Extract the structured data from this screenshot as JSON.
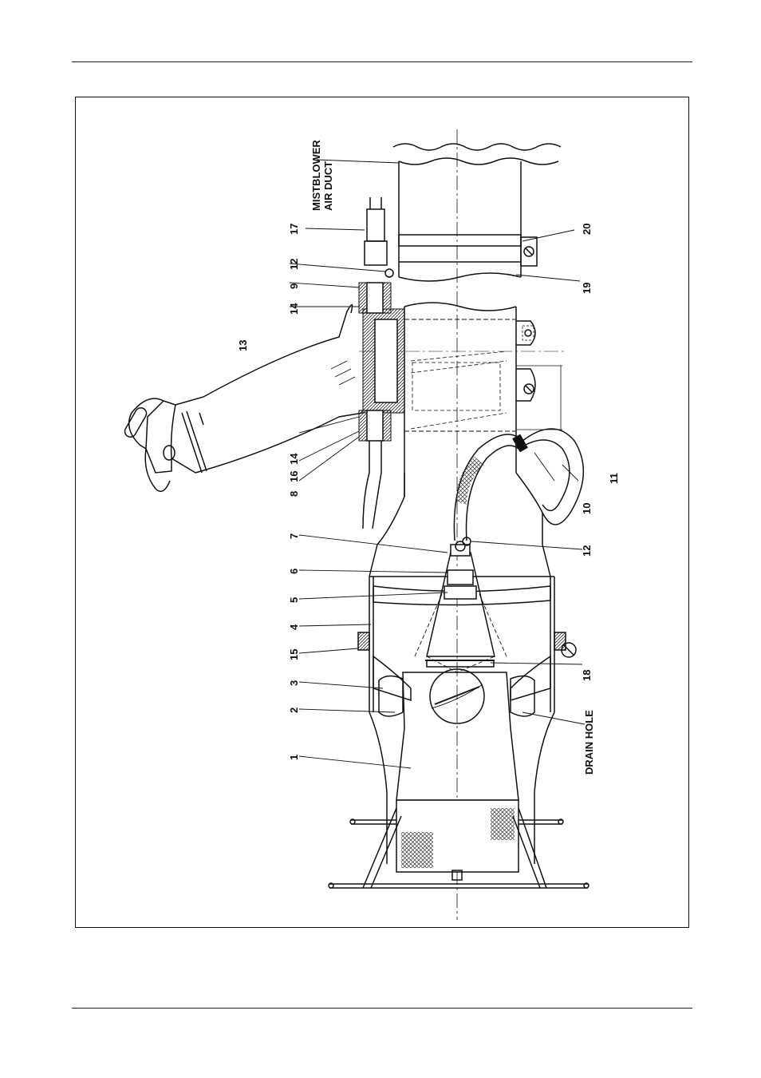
{
  "labels": {
    "n1": "1",
    "n2": "2",
    "n3": "3",
    "n4": "4",
    "n5": "5",
    "n6": "6",
    "n7": "7",
    "n8": "8",
    "n9": "9",
    "n10": "10",
    "n11": "11",
    "n12a": "12",
    "n12b": "12",
    "n13": "13",
    "n14a": "14",
    "n14b": "14",
    "n15": "15",
    "n16": "16",
    "n17": "17",
    "n18": "18",
    "n19": "19",
    "n20": "20",
    "mistblower_1": "MISTBLOWER",
    "mistblower_2": "AIR DUCT",
    "drain_hole": "DRAIN HOLE"
  }
}
